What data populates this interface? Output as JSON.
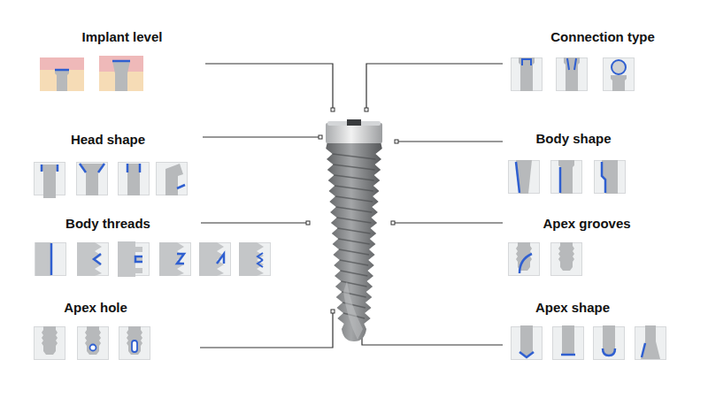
{
  "diagram": {
    "labels": [
      "Implant level",
      "Connection type",
      "Head shape",
      "Body shape",
      "Body threads",
      "Apex grooves",
      "Apex hole",
      "Apex shape"
    ]
  }
}
